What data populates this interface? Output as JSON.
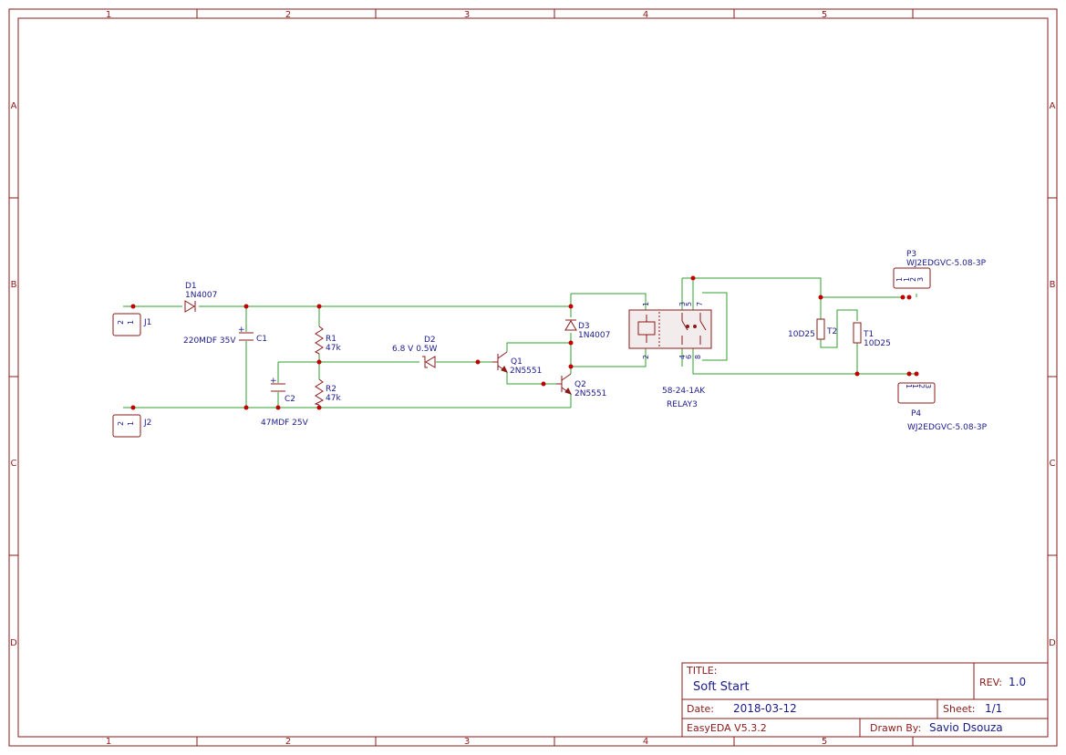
{
  "frame": {
    "columns": [
      "1",
      "2",
      "3",
      "4",
      "5"
    ],
    "rows": [
      "A",
      "B",
      "C",
      "D"
    ]
  },
  "components": {
    "d1": {
      "ref": "D1",
      "value": "1N4007"
    },
    "d2": {
      "ref": "D2",
      "value": "6.8 V 0.5W"
    },
    "d3": {
      "ref": "D3",
      "value": "1N4007"
    },
    "c1": {
      "ref": "C1",
      "value": "220MDF 35V"
    },
    "c2": {
      "ref": "C2",
      "value": "47MDF 25V"
    },
    "r1": {
      "ref": "R1",
      "value": "47k"
    },
    "r2": {
      "ref": "R2",
      "value": "47k"
    },
    "q1": {
      "ref": "Q1",
      "value": "2N5551"
    },
    "q2": {
      "ref": "Q2",
      "value": "2N5551"
    },
    "relay": {
      "ref": "RELAY3",
      "value": "58-24-1AK"
    },
    "t1": {
      "ref": "T1",
      "value": "10D25"
    },
    "t2": {
      "ref": "T2",
      "value": "10D25"
    },
    "j1": {
      "ref": "J1"
    },
    "j2": {
      "ref": "J2"
    },
    "p3": {
      "ref": "P3",
      "value": "WJ2EDGVC-5.08-3P"
    },
    "p4": {
      "ref": "P4",
      "value": "WJ2EDGVC-5.08-3P"
    }
  },
  "pins": {
    "one": "1",
    "two": "2",
    "three": "3",
    "four": "4",
    "five": "5",
    "six": "6",
    "seven": "7",
    "eight": "8"
  },
  "title_block": {
    "title_key": "TITLE:",
    "title": "Soft Start",
    "rev_key": "REV:",
    "rev": "1.0",
    "date_key": "Date:",
    "date": "2018-03-12",
    "sheet_key": "Sheet:",
    "sheet": "1/1",
    "tool": "EasyEDA V5.3.2",
    "drawn_key": "Drawn By:",
    "drawn_by": "Savio Dsouza"
  },
  "colors": {
    "frame": "#8b1a1a",
    "wire": "#2ea02e",
    "label": "#1a1a8b",
    "junction": "#c00000"
  }
}
